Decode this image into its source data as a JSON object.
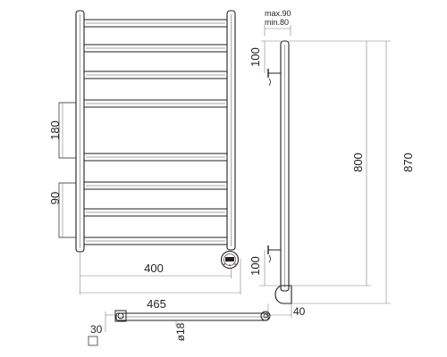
{
  "colors": {
    "line": "#231f20",
    "dim_line": "#808080",
    "background": "#ffffff"
  },
  "front_view": {
    "bar_count": 8,
    "width_inner": "400",
    "width_overall": "465",
    "spacing_top_group": "180",
    "spacing_bottom_group": "90",
    "controller_icon": "thermostat-controller-icon"
  },
  "side_view": {
    "wall_distance_max": "max.90",
    "wall_distance_min": "min.80",
    "mount_top": "100",
    "mount_bottom": "100",
    "height_between_mounts": "800",
    "height_overall": "870",
    "depth_bottom": "40"
  },
  "top_view": {
    "corner_offset": "30",
    "tube_diameter": "ø18"
  }
}
